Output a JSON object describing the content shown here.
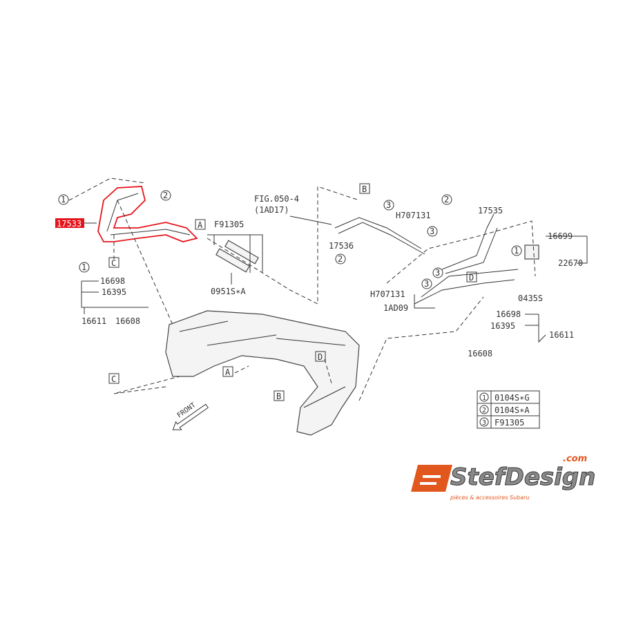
{
  "highlight_color": "#e5141b",
  "brand_color": "#e2571e",
  "labels": {
    "selected_part": "17533",
    "ref_circle_1": "1",
    "ref_circle_2": "2",
    "ref_circle_3": "3",
    "box_a": "A",
    "box_b": "B",
    "box_c": "C",
    "box_d": "D",
    "f91305": "F91305",
    "p0951s": "0951S∗A",
    "p16698": "16698",
    "p16395": "16395",
    "p16611": "16611",
    "p16608": "16608",
    "fig_ref": "FIG.050-4",
    "fig_sub": "(1AD17)",
    "h707131": "H707131",
    "p17536": "17536",
    "p17535": "17535",
    "p16699": "16699",
    "p22670": "22670",
    "p0435s": "0435S",
    "p1ad09": "1AD09",
    "front": "FRONT"
  },
  "legend_table": [
    {
      "ref": "1",
      "part": "0104S∗G"
    },
    {
      "ref": "2",
      "part": "0104S∗A"
    },
    {
      "ref": "3",
      "part": "F91305"
    }
  ],
  "logo": {
    "text": "StefDesign",
    "suffix": ".com",
    "tagline": "pièces & accessoires Subaru"
  }
}
